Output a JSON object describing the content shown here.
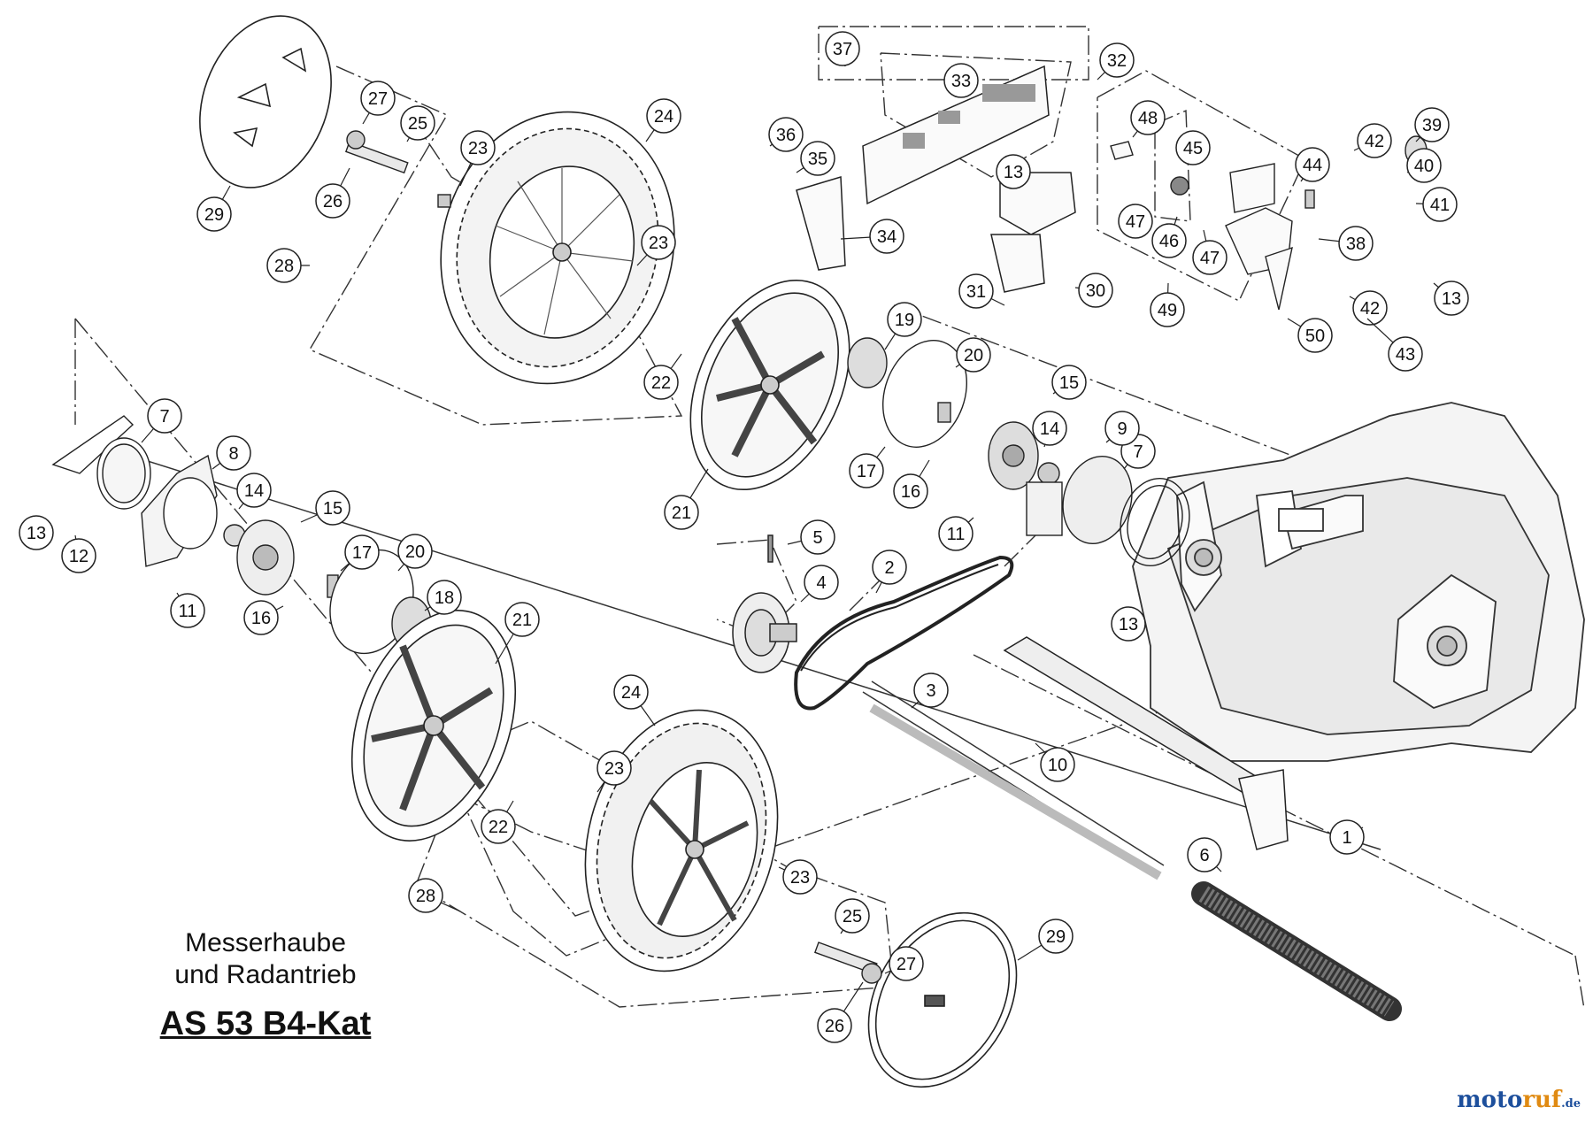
{
  "diagram": {
    "title_line1": "Messerhaube",
    "title_line2": "und Radantrieb",
    "model": "AS 53 B4-Kat",
    "watermark": {
      "part1": "moto",
      "part2": "ruf",
      "suffix": ".de"
    },
    "callouts": [
      {
        "label": "1"
      },
      {
        "label": "2"
      },
      {
        "label": "3"
      },
      {
        "label": "4"
      },
      {
        "label": "5"
      },
      {
        "label": "6"
      },
      {
        "label": "7"
      },
      {
        "label": "7"
      },
      {
        "label": "8"
      },
      {
        "label": "9"
      },
      {
        "label": "10"
      },
      {
        "label": "11"
      },
      {
        "label": "11"
      },
      {
        "label": "12"
      },
      {
        "label": "13"
      },
      {
        "label": "13"
      },
      {
        "label": "13"
      },
      {
        "label": "13"
      },
      {
        "label": "14"
      },
      {
        "label": "14"
      },
      {
        "label": "15"
      },
      {
        "label": "15"
      },
      {
        "label": "16"
      },
      {
        "label": "16"
      },
      {
        "label": "17"
      },
      {
        "label": "17"
      },
      {
        "label": "18"
      },
      {
        "label": "19"
      },
      {
        "label": "20"
      },
      {
        "label": "20"
      },
      {
        "label": "21"
      },
      {
        "label": "21"
      },
      {
        "label": "22"
      },
      {
        "label": "22"
      },
      {
        "label": "23"
      },
      {
        "label": "23"
      },
      {
        "label": "23"
      },
      {
        "label": "23"
      },
      {
        "label": "24"
      },
      {
        "label": "24"
      },
      {
        "label": "25"
      },
      {
        "label": "25"
      },
      {
        "label": "26"
      },
      {
        "label": "26"
      },
      {
        "label": "27"
      },
      {
        "label": "27"
      },
      {
        "label": "28"
      },
      {
        "label": "28"
      },
      {
        "label": "29"
      },
      {
        "label": "29"
      },
      {
        "label": "30"
      },
      {
        "label": "31"
      },
      {
        "label": "32"
      },
      {
        "label": "33"
      },
      {
        "label": "34"
      },
      {
        "label": "35"
      },
      {
        "label": "36"
      },
      {
        "label": "37"
      },
      {
        "label": "38"
      },
      {
        "label": "39"
      },
      {
        "label": "40"
      },
      {
        "label": "41"
      },
      {
        "label": "42"
      },
      {
        "label": "42"
      },
      {
        "label": "43"
      },
      {
        "label": "44"
      },
      {
        "label": "45"
      },
      {
        "label": "46"
      },
      {
        "label": "47"
      },
      {
        "label": "47"
      },
      {
        "label": "48"
      },
      {
        "label": "49"
      },
      {
        "label": "50"
      }
    ]
  }
}
